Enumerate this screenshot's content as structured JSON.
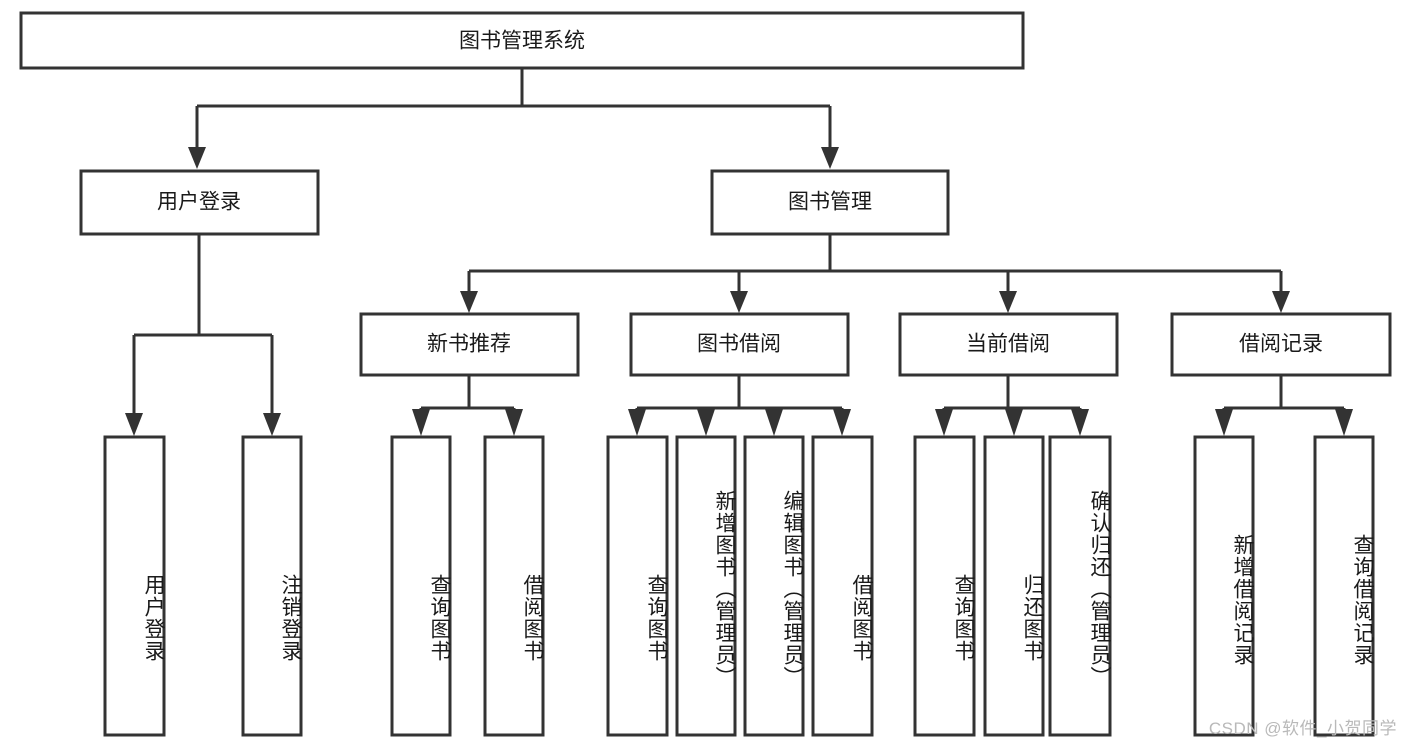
{
  "diagram": {
    "title": "图书管理系统",
    "type": "tree-hierarchy",
    "root": {
      "label": "图书管理系统",
      "level": 0
    },
    "level1": [
      {
        "label": "用户登录"
      },
      {
        "label": "图书管理"
      }
    ],
    "level2": [
      {
        "label": "新书推荐"
      },
      {
        "label": "图书借阅"
      },
      {
        "label": "当前借阅"
      },
      {
        "label": "借阅记录"
      }
    ],
    "leaves": {
      "user_login": [
        {
          "label": "用户登录"
        },
        {
          "label": "注销登录"
        }
      ],
      "new_book_recommend": [
        {
          "label": "查询图书"
        },
        {
          "label": "借阅图书"
        }
      ],
      "book_borrow": [
        {
          "label": "查询图书"
        },
        {
          "label": "新增图书（管理员）"
        },
        {
          "label": "编辑图书（管理员）"
        },
        {
          "label": "借阅图书"
        }
      ],
      "current_borrow": [
        {
          "label": "查询图书"
        },
        {
          "label": "归还图书"
        },
        {
          "label": "确认归还（管理员）"
        }
      ],
      "borrow_record": [
        {
          "label": "新增借阅记录"
        },
        {
          "label": "查询借阅记录"
        }
      ]
    },
    "colors": {
      "box_stroke": "#333333",
      "box_fill": "#ffffff",
      "connector": "#333333",
      "text": "#1a1a1a",
      "watermark": "#b9b9b9",
      "background": "#ffffff"
    }
  },
  "watermark": {
    "text": "CSDN @软件_小贺同学"
  }
}
